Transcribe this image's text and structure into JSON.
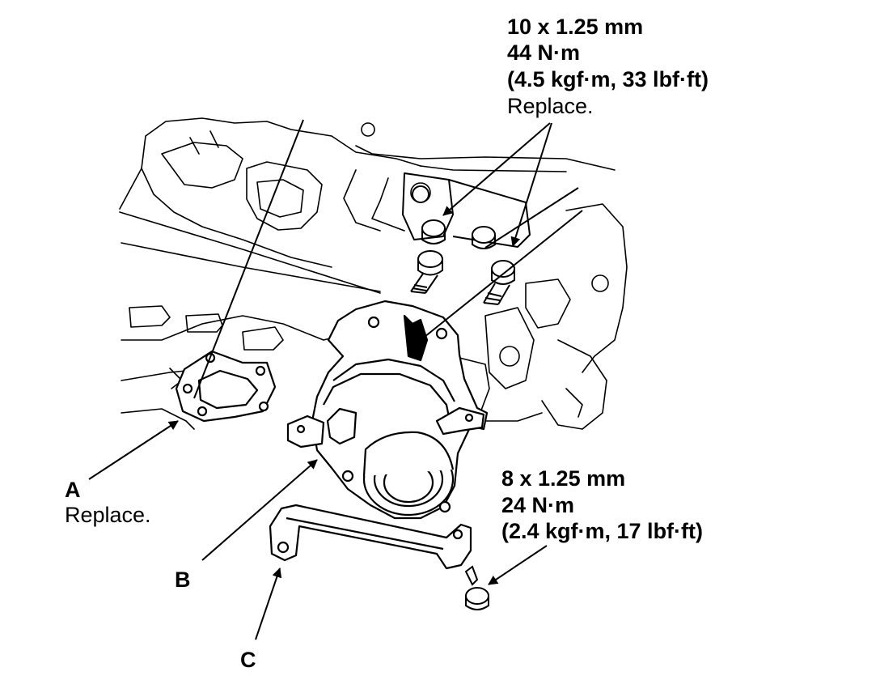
{
  "upper_spec": {
    "size": "10 x 1.25 mm",
    "torque_nm": "44 N·m",
    "torque_alt": "(4.5 kgf·m, 33 lbf·ft)",
    "note": "Replace."
  },
  "lower_spec": {
    "size": "8 x 1.25 mm",
    "torque_nm": "24 N·m",
    "torque_alt": "(2.4 kgf·m, 17 lbf·ft)"
  },
  "callouts": {
    "a": {
      "letter": "A",
      "note": "Replace."
    },
    "b": {
      "letter": "B"
    },
    "c": {
      "letter": "C"
    }
  },
  "colors": {
    "ink": "#000000",
    "paper": "#ffffff"
  }
}
